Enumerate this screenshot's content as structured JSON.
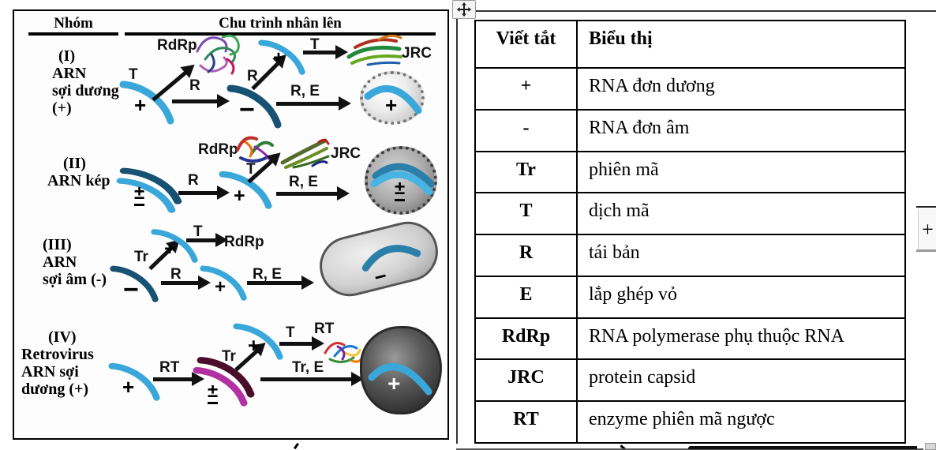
{
  "window": {
    "move_handle_icon": "move-icon"
  },
  "diagram": {
    "headers": {
      "group_col": "Nhóm",
      "cycle_col": "Chu trình nhân lên"
    },
    "groups": [
      {
        "name_lines": [
          "(I)",
          "ARN",
          "sợi dương",
          "(+)"
        ],
        "labels": {
          "arc1": "+",
          "t1": "T",
          "rdrp": "RdRp",
          "r1": "R",
          "arc2": "−",
          "r2": "R",
          "arc3": "+",
          "t2": "T",
          "jrc": "JRC",
          "re": "R, E",
          "virion": "+"
        }
      },
      {
        "name_lines": [
          "(II)",
          "ARN kép"
        ],
        "labels": {
          "arc1": "±",
          "r1": "R",
          "rdrp": "RdRp",
          "arc2": "+",
          "t1": "T",
          "jrc": "JRC",
          "re": "R, E",
          "virion": "±"
        }
      },
      {
        "name_lines": [
          "(III)",
          "ARN",
          "sợi âm (-)"
        ],
        "labels": {
          "arc1": "−",
          "tr": "Tr",
          "arc2": "+",
          "t1": "T",
          "rdrp": "RdRp",
          "r1": "R",
          "arc3": "+",
          "re": "R, E",
          "virion": "−"
        }
      },
      {
        "name_lines": [
          "(IV)",
          "Retrovirus",
          "ARN sợi",
          "dương (+)"
        ],
        "labels": {
          "arc1": "+",
          "rt1": "RT",
          "arc2": "±",
          "tr": "Tr",
          "arc3": "+",
          "t1": "T",
          "rt2": "RT",
          "tre": "Tr, E",
          "virion": "+"
        }
      }
    ]
  },
  "table": {
    "headers": [
      "Viết tắt",
      "Biểu thị"
    ],
    "rows": [
      [
        "+",
        "RNA đơn dương"
      ],
      [
        "-",
        "RNA đơn âm"
      ],
      [
        "Tr",
        "phiên mã"
      ],
      [
        "T",
        "dịch mã"
      ],
      [
        "R",
        "tái bản"
      ],
      [
        "E",
        "lắp ghép vỏ"
      ],
      [
        "RdRp",
        "RNA polymerase phụ thuộc RNA"
      ],
      [
        "JRC",
        "protein capsid"
      ],
      [
        "RT",
        "enzyme phiên mã ngược"
      ]
    ]
  },
  "fragments": {
    "plus_control": "+"
  },
  "colors": {
    "rna_plus_strand": "#3aa7da",
    "rna_minus_strand": "#175273",
    "retro_outer_strand": "#4a0d2b",
    "retro_inner_strand": "#b230a2",
    "arrow": "#111111",
    "table_border": "#000000"
  }
}
